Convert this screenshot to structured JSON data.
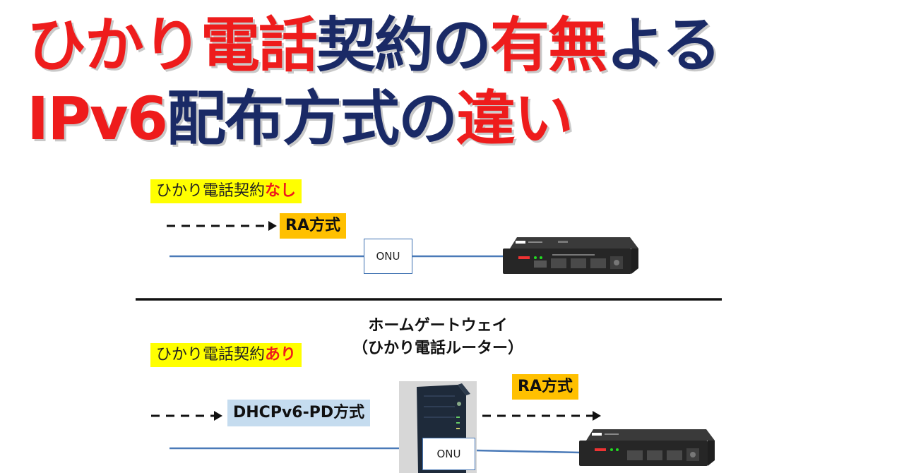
{
  "title": {
    "line1": [
      {
        "text": "ひかり",
        "color": "red"
      },
      {
        "text": "電話",
        "color": "red"
      },
      {
        "text": "契約の",
        "color": "navy"
      },
      {
        "text": "有無",
        "color": "red"
      },
      {
        "text": "よる",
        "color": "navy"
      }
    ],
    "line2": [
      {
        "text": "IPv6",
        "color": "red"
      },
      {
        "text": "配布方式の",
        "color": "navy"
      },
      {
        "text": "違い",
        "color": "red"
      }
    ]
  },
  "section_without": {
    "label_prefix": "ひかり電話契約",
    "label_emphasis": "なし",
    "method": "RA方式",
    "onu": "ONU"
  },
  "section_with": {
    "label_prefix": "ひかり電話契約",
    "label_emphasis": "あり",
    "gateway_line1": "ホームゲートウェイ",
    "gateway_line2": "（ひかり電話ルーター）",
    "method_upstream": "DHCPv6-PD方式",
    "method_downstream": "RA方式",
    "onu": "ONU"
  },
  "colors": {
    "red": "#ee1c1c",
    "navy": "#1a2a66",
    "yellow": "#ffff00",
    "orange": "#ffc000",
    "light_blue": "#c5dcef",
    "line_blue": "#4a7ab8"
  },
  "icons": [
    "router-device",
    "home-gateway-device",
    "dashed-arrow"
  ]
}
